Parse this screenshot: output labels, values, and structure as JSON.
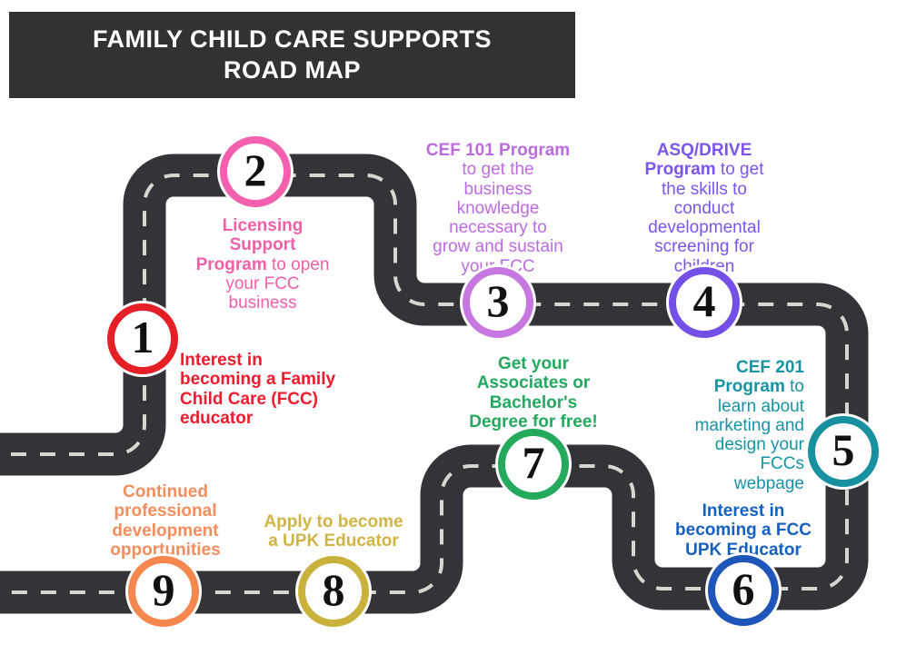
{
  "title": {
    "text": "FAMILY CHILD CARE SUPPORTS\nROAD MAP",
    "background": "#333132",
    "color": "#ffffff"
  },
  "road": {
    "asphalt": "#343438",
    "dash": "#d6d7cf"
  },
  "steps": [
    {
      "number": "1",
      "color": "#ee1c2e",
      "ring": "#e42026",
      "lead": "Interest in\nbecoming a Family\nChild Care (FCC)\neducator",
      "rest": ""
    },
    {
      "number": "2",
      "color": "#f25fa8",
      "ring": "#f45fae",
      "lead": "Licensing\nSupport\nProgram",
      "rest": " to open\nyour FCC\nbusiness"
    },
    {
      "number": "3",
      "color": "#bd6be0",
      "ring": "#c678e0",
      "lead": "CEF 101 Program",
      "rest": "\nto get the\nbusiness\nknowledge\nnecessary to\ngrow and sustain\nyour FCC"
    },
    {
      "number": "4",
      "color": "#7a55ef",
      "ring": "#7450e8",
      "lead": "ASQ/DRIVE\nProgram",
      "rest": " to get\nthe skills to\nconduct\ndevelopmental\nscreening for\nchildren"
    },
    {
      "number": "5",
      "color": "#1794a4",
      "ring": "#17909f",
      "lead": "CEF 201\nProgram",
      "rest": " to\nlearn about\nmarketing and\ndesign your\nFCCs\nwebpage"
    },
    {
      "number": "6",
      "color": "#1560c0",
      "ring": "#1d55b8",
      "lead": "Interest in\nbecoming a FCC\nUPK Educator",
      "rest": ""
    },
    {
      "number": "7",
      "color": "#23a95f",
      "ring": "#25a95c",
      "lead": "Get your\nAssociates or\nBachelor's\nDegree for free!",
      "rest": ""
    },
    {
      "number": "8",
      "color": "#d0b545",
      "ring": "#c9b23c",
      "lead": "Apply to become\na UPK Educator",
      "rest": ""
    },
    {
      "number": "9",
      "color": "#f68d5c",
      "ring": "#f6884f",
      "lead": "Continued\nprofessional\ndevelopment\nopportunities",
      "rest": ""
    }
  ]
}
